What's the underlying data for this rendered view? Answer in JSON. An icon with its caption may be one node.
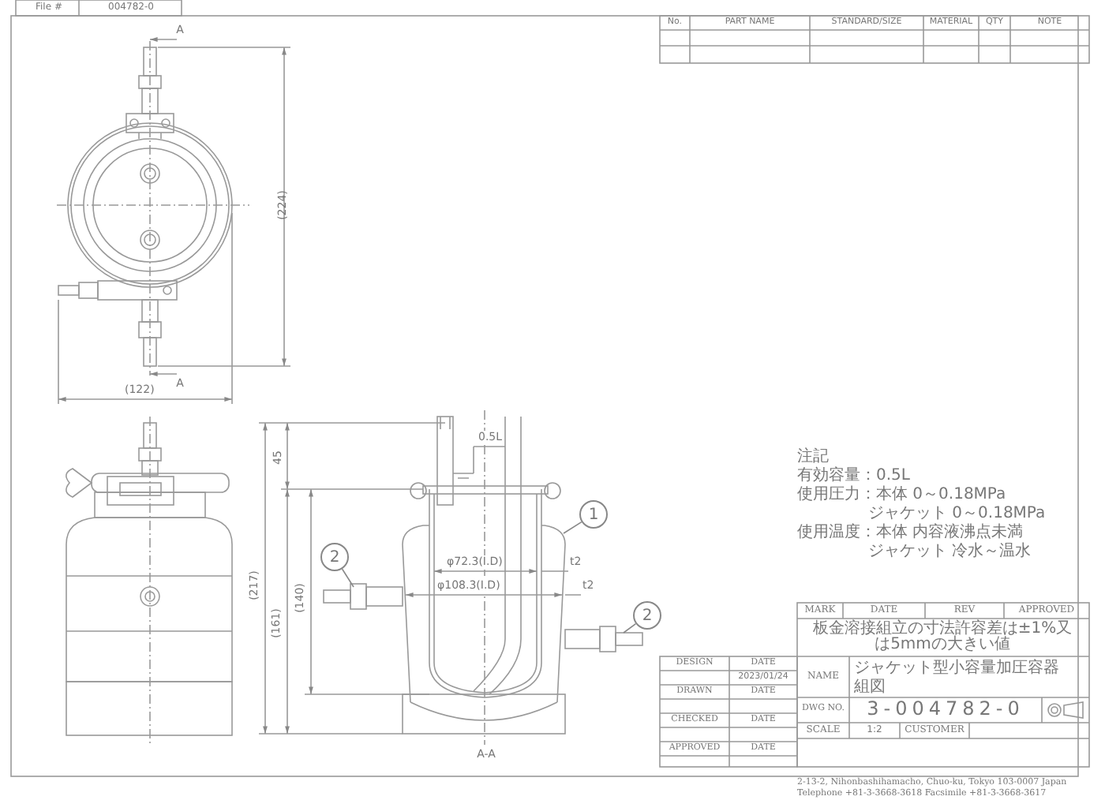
{
  "diagram": {
    "nodes": [
      {
        "text": [
          "1"
        ]
      },
      {
        "text": [
          "2"
        ]
      },
      {
        "text": [
          "2"
        ]
      }
    ],
    "edges": [
      {
        "from": 0,
        "to": null,
        "arrow": "none"
      },
      {
        "from": 1,
        "to": null,
        "arrow": "none"
      },
      {
        "from": 2,
        "to": null,
        "arrow": "none"
      }
    ],
    "labels": [
      "File #",
      "004782-0",
      "A",
      "(224)",
      "A",
      "(122)",
      "No.",
      "PART NAME",
      "STANDARD/SIZE",
      "MATERIAL",
      "QTY",
      "NOTE",
      "45",
      "0.5L",
      "(217)",
      "(140)",
      "(161)",
      "φ72.3(I.D)",
      "φ108.3(I.D)",
      "t2",
      "t2",
      "A-A",
      "注記",
      "有効容量：0.5L",
      "使用圧力：本体 0～0.18MPa",
      "ジャケット 0～0.18MPa",
      "使用温度：本体 内容液沸点未満",
      "ジャケット 冷水～温水",
      "MARK",
      "DATE",
      "REV",
      "APPROVED",
      "板金溶接組立の寸法許容差は±1%又は5mmの大きい値",
      "DESIGN",
      "DATE",
      "2023/01/24",
      "NAME",
      "ジャケット型小容量加圧容器",
      "組図",
      "DRAWN",
      "DATE",
      "DWG NO.",
      "3-004782-0",
      "CHECKED",
      "DATE",
      "SCALE",
      "1:2",
      "CUSTOMER",
      "APPROVED",
      "DATE",
      "2-13-2, Nihonbashihamacho, Chuo-ku, Tokyo 103-0007 Japan",
      "Telephone +81-3-3668-3618 Facsimile +81-3-3668-3617"
    ]
  }
}
